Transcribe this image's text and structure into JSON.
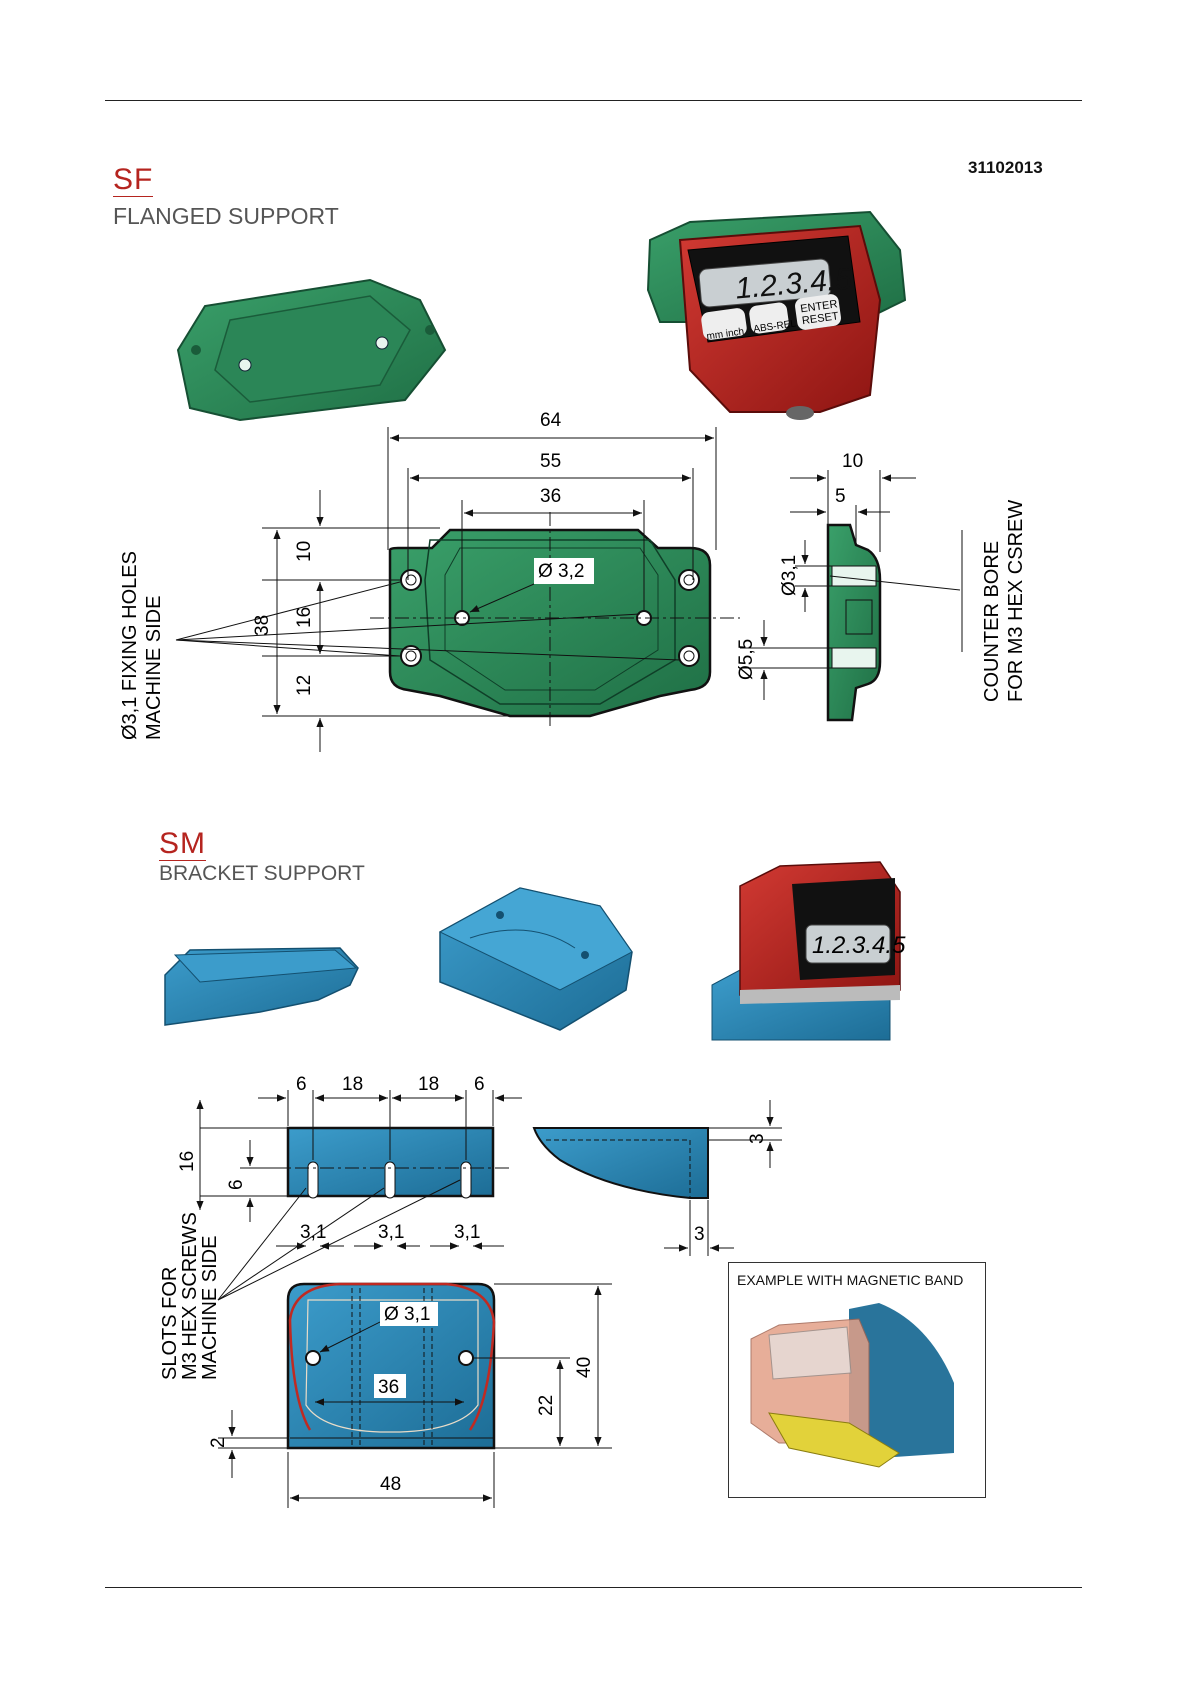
{
  "doc_code": "31102013",
  "sections": [
    {
      "code": "SF",
      "title": "FLANGED SUPPORT"
    },
    {
      "code": "SM",
      "title": "BRACKET SUPPORT"
    }
  ],
  "display": {
    "digits": "1.2.3.4.5",
    "btn_unit": "mm inch",
    "btn_absrel": "ABS-REL",
    "btn_enter": "ENTER",
    "btn_reset": "RESET"
  },
  "sf_dims": {
    "d64": "64",
    "d55": "55",
    "d36": "36",
    "d10": "10",
    "d16": "16",
    "d12": "12",
    "d38": "38",
    "hole": "Ø 3,2",
    "side10": "10",
    "side5": "5",
    "side31": "Ø3,1",
    "side55": "Ø5,5",
    "note_holes_1": "Ø3,1 FIXING HOLES",
    "note_holes_2": "MACHINE SIDE",
    "note_bore_1": "COUNTER BORE",
    "note_bore_2": "FOR M3 HEX CSREW"
  },
  "sm_dims": {
    "d6a": "6",
    "d18a": "18",
    "d18b": "18",
    "d6b": "6",
    "d16": "16",
    "d6": "6",
    "s31a": "3,1",
    "s31b": "3,1",
    "s31c": "3,1",
    "side3a": "3",
    "side3b": "3",
    "hole": "Ø 3,1",
    "d36": "36",
    "d22": "22",
    "d40": "40",
    "d2": "2",
    "d48": "48",
    "note_1": "SLOTS FOR",
    "note_2": "M3 HEX SCREWS",
    "note_3": "MACHINE SIDE"
  },
  "inset": {
    "title": "EXAMPLE WITH MAGNETIC BAND"
  },
  "colors": {
    "green": "#2f8a5a",
    "red": "#b3201c",
    "blue": "#2d86b5",
    "accent_red": "#b5241f"
  }
}
